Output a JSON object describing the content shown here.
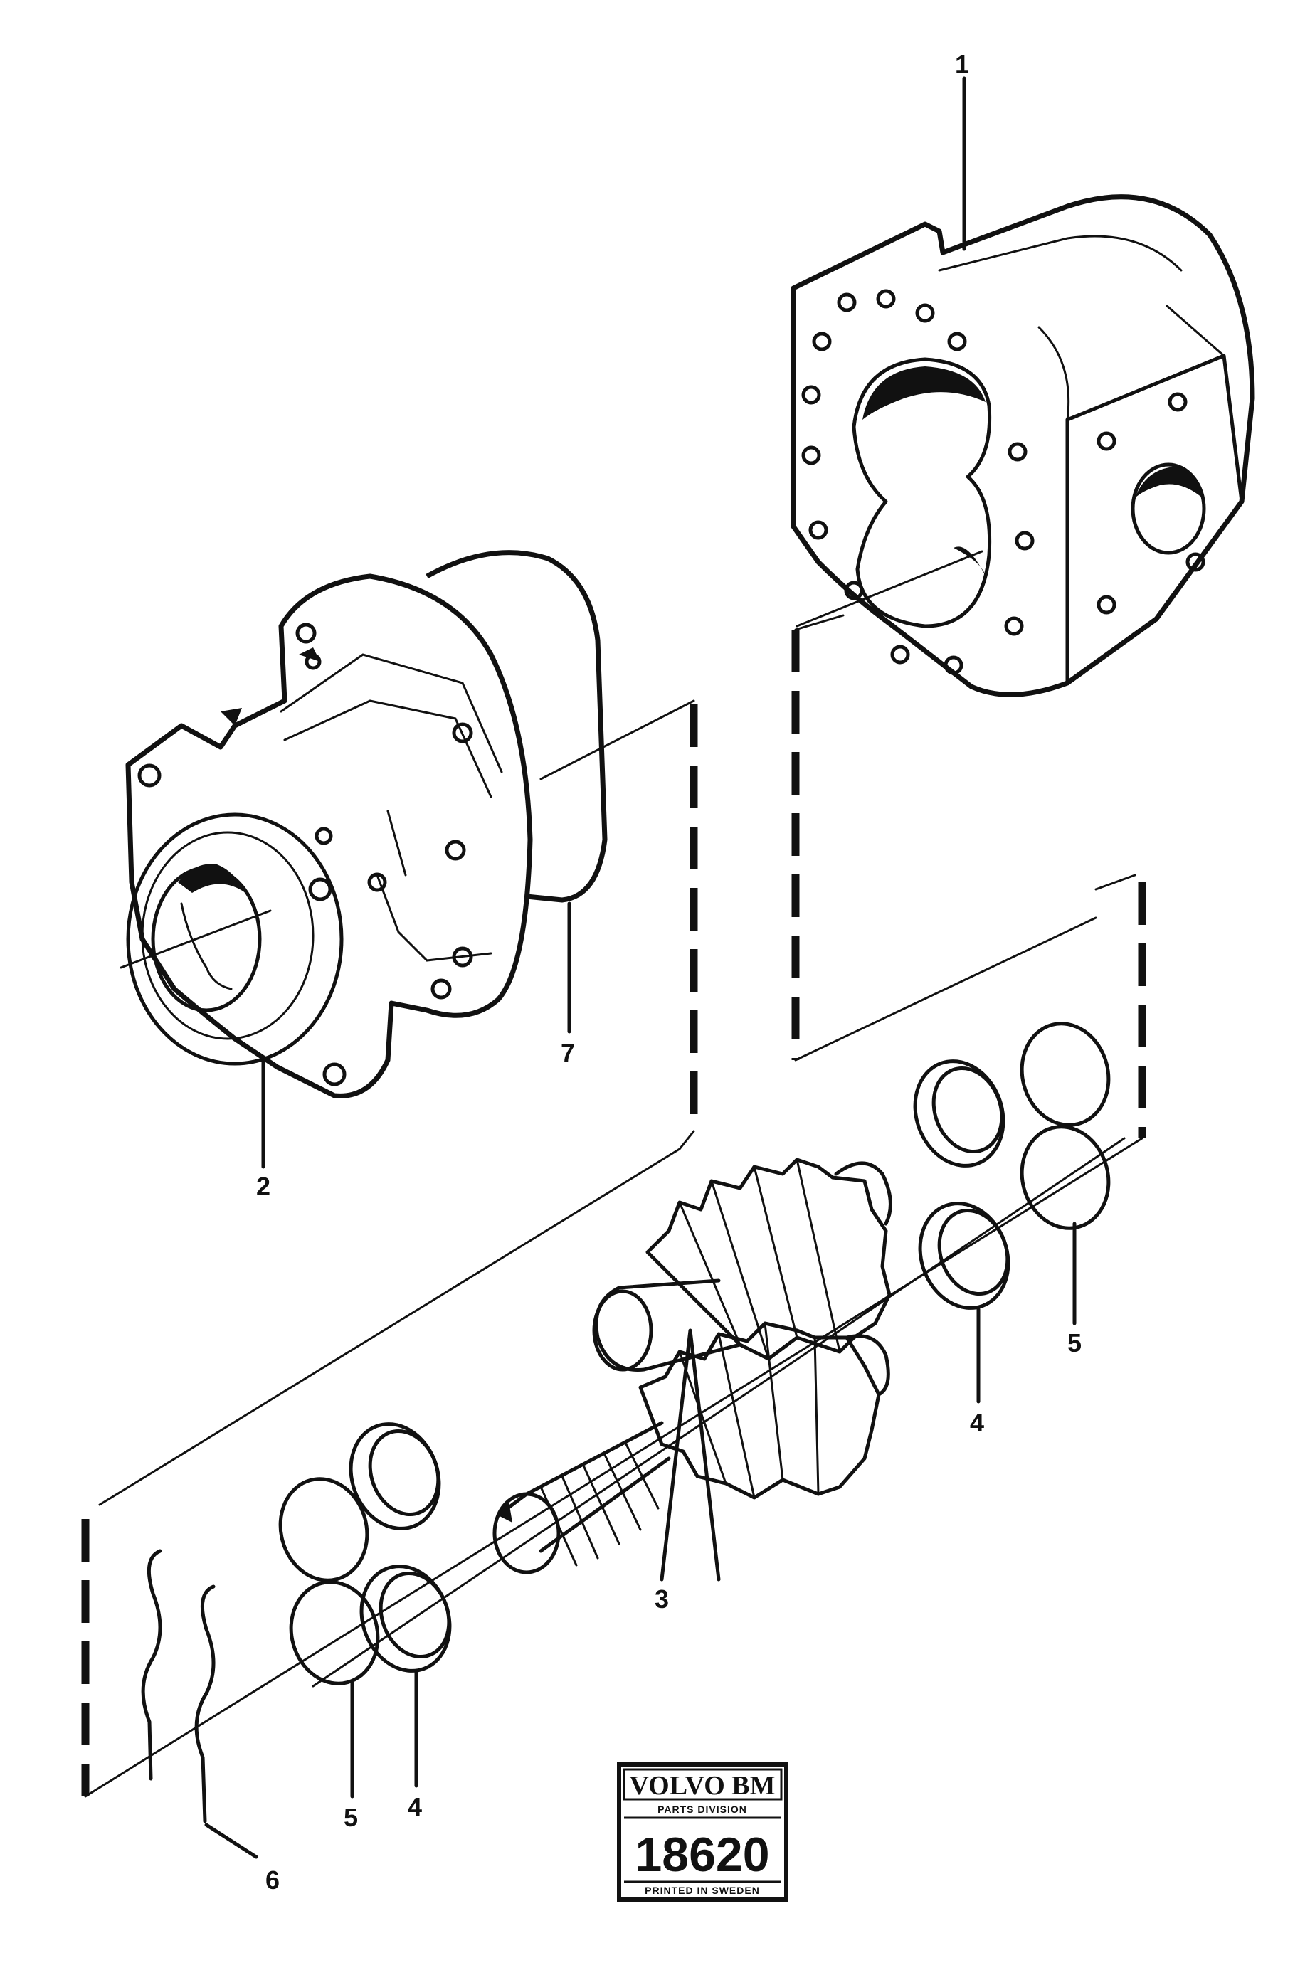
{
  "callouts": {
    "c1": "1",
    "c2": "2",
    "c3": "3",
    "c4a": "4",
    "c4b": "4",
    "c5a": "5",
    "c5b": "5",
    "c6": "6",
    "c7": "7"
  },
  "stamp": {
    "brand": "VOLVO BM",
    "division": "PARTS DIVISION",
    "number": "18620",
    "footer": "PRINTED IN SWEDEN"
  }
}
